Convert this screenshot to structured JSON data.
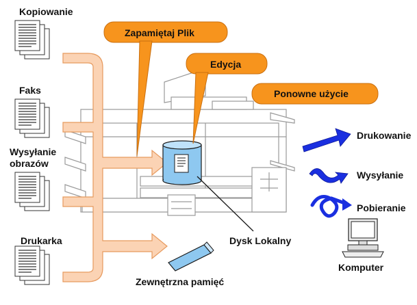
{
  "sources": {
    "copy_label": "Kopiowanie",
    "fax_label": "Faks",
    "scan_label_line1": "Wysyłanie",
    "scan_label_line2": "obrazów",
    "printer_label": "Drukarka"
  },
  "callouts": {
    "store_file": "Zapamiętaj Plik",
    "edit": "Edycja",
    "reuse": "Ponowne użycie"
  },
  "storage": {
    "local_disk_label": "Dysk Lokalny",
    "external_memory_label": "Zewnętrzna pamięć"
  },
  "outputs": {
    "print_label": "Drukowanie",
    "send_label": "Wysyłanie",
    "retrieve_label": "Pobieranie",
    "computer_label": "Komputer"
  },
  "colors": {
    "callout_fill": "#f7941d",
    "flow_arrow_fill": "#fbd3b4",
    "flow_arrow_stroke": "#e79a5e",
    "disk_fill": "#8ec8f0",
    "output_arrow": "#1a2fe0",
    "usb_fill": "#8ec8f0"
  }
}
